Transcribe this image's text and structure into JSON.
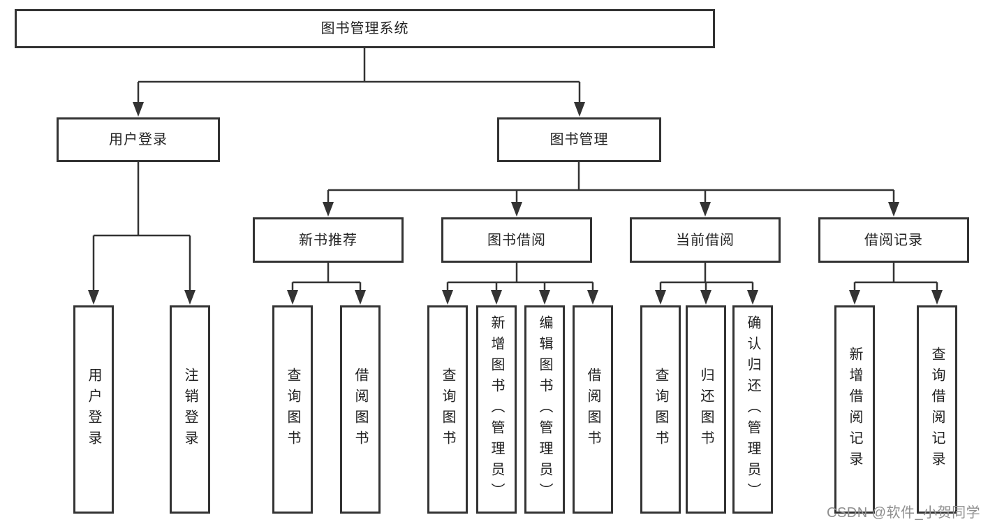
{
  "diagram": {
    "root": {
      "label": "图书管理系统"
    },
    "level2": {
      "user_login": {
        "label": "用户登录"
      },
      "book_management": {
        "label": "图书管理"
      }
    },
    "level3": {
      "new_book_recommend": {
        "label": "新书推荐"
      },
      "book_borrow": {
        "label": "图书借阅"
      },
      "current_borrow": {
        "label": "当前借阅"
      },
      "borrow_records": {
        "label": "借阅记录"
      }
    },
    "leaves": {
      "user_login": [
        "用户登录",
        "注销登录"
      ],
      "new_book_recommend": [
        "查询图书",
        "借阅图书"
      ],
      "book_borrow": [
        "查询图书",
        "新增图书（管理员）",
        "编辑图书（管理员）",
        "借阅图书"
      ],
      "current_borrow": [
        "查询图书",
        "归还图书",
        "确认归还（管理员）"
      ],
      "borrow_records": [
        "新增借阅记录",
        "查询借阅记录"
      ]
    }
  },
  "watermark": {
    "text": "CSDN @软件_小贺同学"
  },
  "colors": {
    "line": "#333333",
    "text": "#222222",
    "watermark": "#8f8f8f",
    "background": "#ffffff"
  }
}
